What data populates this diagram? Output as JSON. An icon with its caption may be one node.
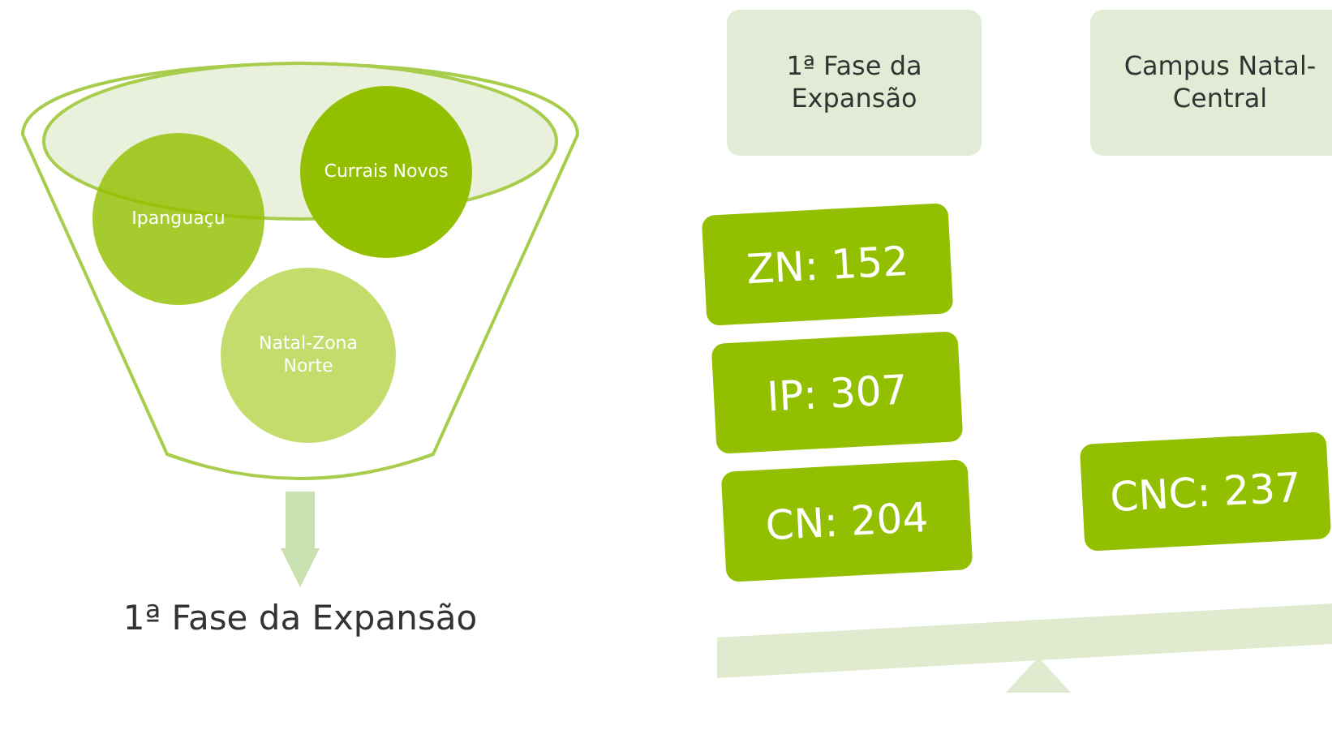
{
  "diagram": {
    "nodes": [
      {
        "text": [],
        "shape": "funnel"
      },
      {
        "text": [
          "Currais Novos"
        ],
        "in": 0
      },
      {
        "text": [
          "Ipanguaçu"
        ],
        "in": 0
      },
      {
        "text": [
          "Natal-Zona Norte"
        ],
        "in": 0
      },
      {
        "text": [
          "1ª Fase da Expansão"
        ]
      },
      {
        "text": [
          "1ª Fase da Expansão"
        ]
      },
      {
        "text": [
          "Campus Natal-Central"
        ]
      },
      {
        "text": [
          "ZN: 152"
        ]
      },
      {
        "text": [
          "IP: 307"
        ]
      },
      {
        "text": [
          "CN: 204"
        ]
      },
      {
        "text": [
          "CNC: 237"
        ]
      }
    ],
    "edges": [
      {
        "from": 0,
        "to": 4,
        "arrow": "to"
      }
    ]
  }
}
